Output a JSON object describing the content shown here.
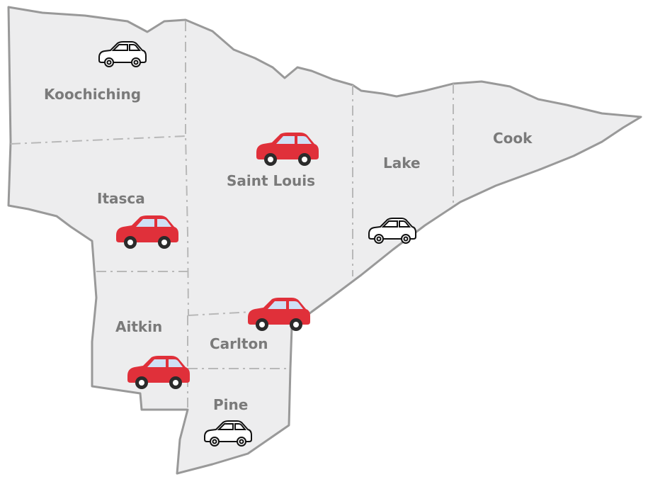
{
  "counties": [
    {
      "id": "koochiching",
      "label": "Koochiching",
      "car": "outline"
    },
    {
      "id": "itasca",
      "label": "Itasca",
      "car": "red"
    },
    {
      "id": "aitkin",
      "label": "Aitkin",
      "car": "red"
    },
    {
      "id": "saint-louis",
      "label": "Saint Louis",
      "car": "red"
    },
    {
      "id": "carlton",
      "label": "Carlton",
      "car": "red"
    },
    {
      "id": "pine",
      "label": "Pine",
      "car": "outline"
    },
    {
      "id": "lake",
      "label": "Lake",
      "car": "outline"
    },
    {
      "id": "cook",
      "label": "Cook",
      "car": "none"
    }
  ],
  "colors": {
    "land": "#ededee",
    "outline": "#999999",
    "border": "#b8b8b8",
    "label": "#7a7a7a",
    "car_red": "#e0303a"
  },
  "icons": {
    "red_car": "car-icon-red",
    "outline_car": "car-icon-outline"
  }
}
